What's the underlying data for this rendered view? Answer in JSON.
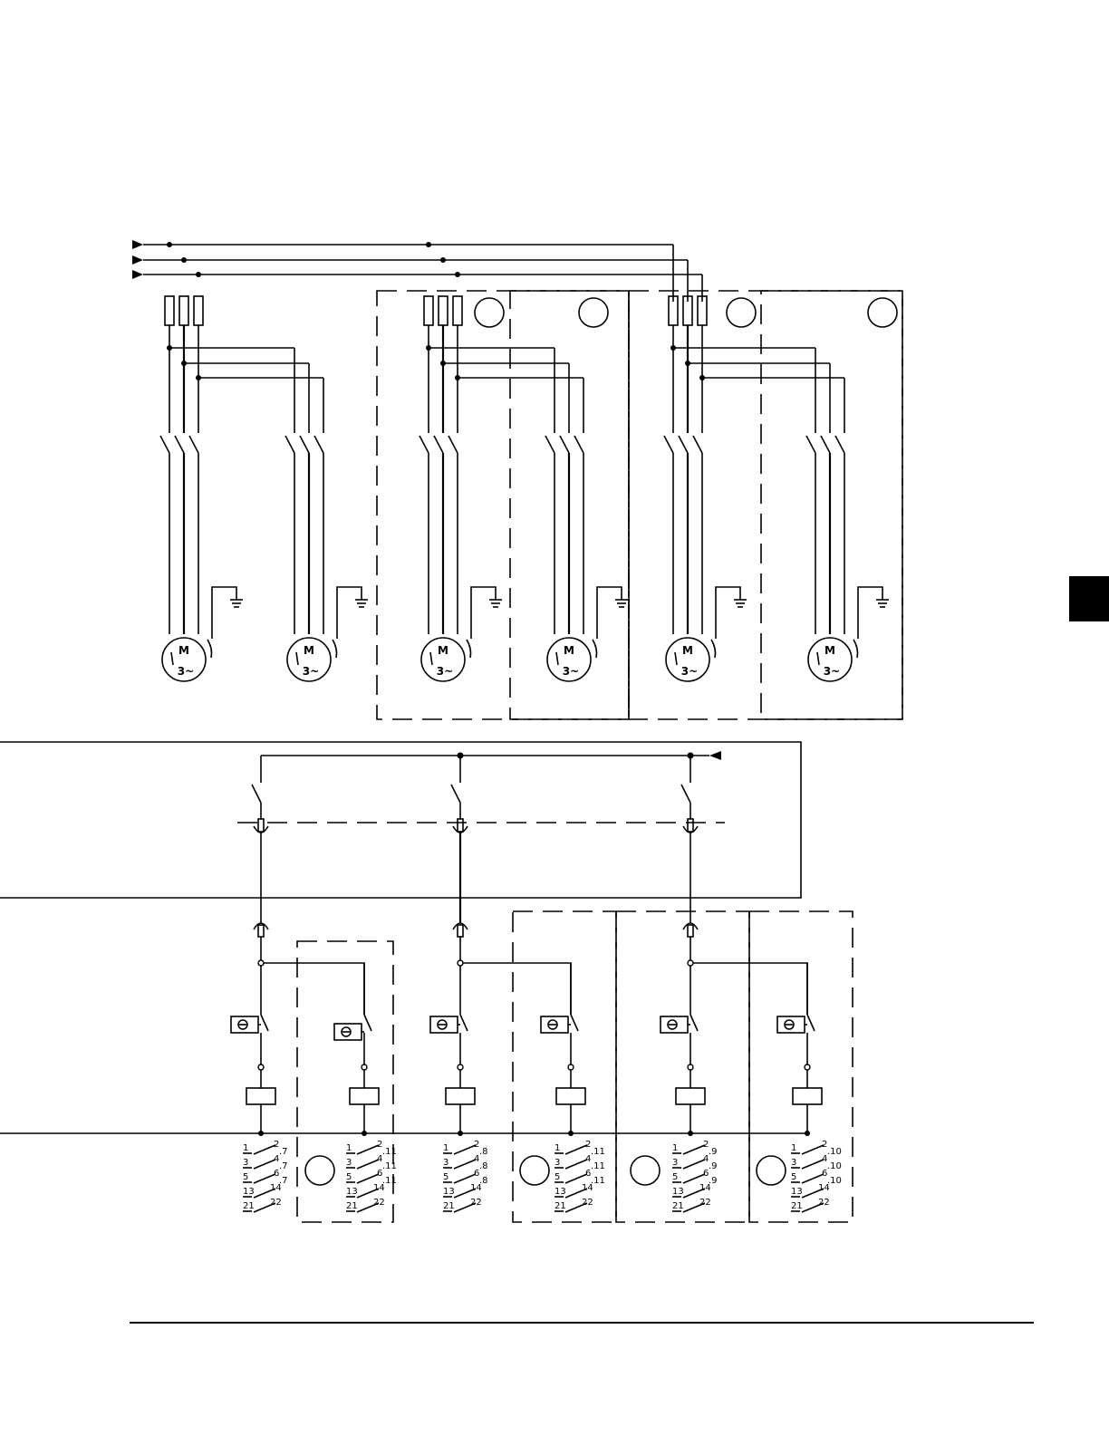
{
  "motors": [
    {
      "label_top": "M",
      "label_bottom": "3~"
    },
    {
      "label_top": "M",
      "label_bottom": "3~"
    },
    {
      "label_top": "M",
      "label_bottom": "3~"
    },
    {
      "label_top": "M",
      "label_bottom": "3~"
    },
    {
      "label_top": "M",
      "label_bottom": "3~"
    },
    {
      "label_top": "M",
      "label_bottom": "3~"
    }
  ],
  "contact_blocks": [
    {
      "rows": [
        [
          "1",
          "2",
          ".7"
        ],
        [
          "3",
          "4",
          ".7"
        ],
        [
          "5",
          "6",
          ".7"
        ],
        [
          "13",
          "14",
          ""
        ],
        [
          "21",
          "22",
          ""
        ]
      ]
    },
    {
      "rows": [
        [
          "1",
          "2",
          ".11"
        ],
        [
          "3",
          "4",
          ".11"
        ],
        [
          "5",
          "6",
          ".11"
        ],
        [
          "13",
          "14",
          ""
        ],
        [
          "21",
          "22",
          ""
        ]
      ]
    },
    {
      "rows": [
        [
          "1",
          "2",
          ".8"
        ],
        [
          "3",
          "4",
          ".8"
        ],
        [
          "5",
          "6",
          ".8"
        ],
        [
          "13",
          "14",
          ""
        ],
        [
          "21",
          "22",
          ""
        ]
      ]
    },
    {
      "rows": [
        [
          "1",
          "2",
          ".11"
        ],
        [
          "3",
          "4",
          ".11"
        ],
        [
          "5",
          "6",
          ".11"
        ],
        [
          "13",
          "14",
          ""
        ],
        [
          "21",
          "22",
          ""
        ]
      ]
    },
    {
      "rows": [
        [
          "1",
          "2",
          ".9"
        ],
        [
          "3",
          "4",
          ".9"
        ],
        [
          "5",
          "6",
          ".9"
        ],
        [
          "13",
          "14",
          ""
        ],
        [
          "21",
          "22",
          ""
        ]
      ]
    },
    {
      "rows": [
        [
          "1",
          "2",
          ".10"
        ],
        [
          "3",
          "4",
          ".10"
        ],
        [
          "5",
          "6",
          ".10"
        ],
        [
          "13",
          "14",
          ""
        ],
        [
          "21",
          "22",
          ""
        ]
      ]
    }
  ],
  "colors": {
    "ink": "#000000",
    "paper": "#ffffff"
  }
}
